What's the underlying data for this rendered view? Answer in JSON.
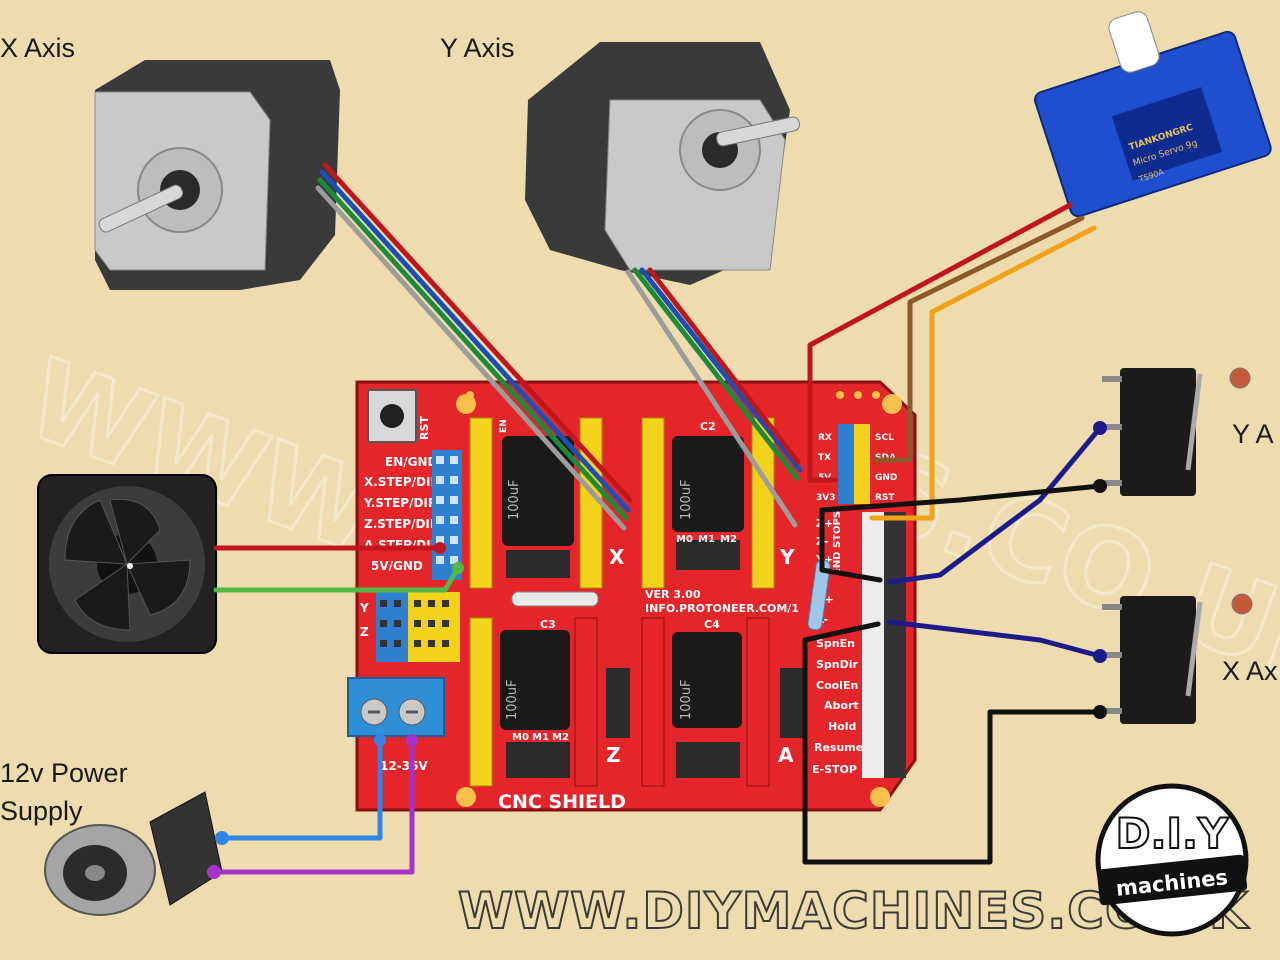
{
  "labels": {
    "x_axis_motor": "X Axis",
    "y_axis_motor": "Y Axis",
    "y_axis_endstop": "Y A",
    "x_axis_endstop": "X Ax",
    "power_line1": "12v Power",
    "power_line2": "Supply"
  },
  "shield": {
    "title": "CNC SHIELD",
    "version": "VER 3.00",
    "url": "INFO.PROTONEER.COM/1",
    "rst": "RST",
    "left_rows": [
      "EN/GND",
      "X.STEP/DIR",
      "Y.STEP/DIR",
      "Z.STEP/DIR",
      "A.STEP/DIR",
      "5V/GND"
    ],
    "axis_letters": [
      "X",
      "Y",
      "Z",
      "A"
    ],
    "cap_labels": [
      "C2",
      "C3",
      "C4"
    ],
    "cap_text": "100uF",
    "jumper_labels": [
      "M0",
      "M1",
      "M2"
    ],
    "en_label": "EN",
    "endstops_label": "END STOPS",
    "right_pins": [
      "Z+",
      "Z-",
      "Y+",
      "Y-",
      "X+",
      "X-",
      "SpnEn",
      "SpnDir",
      "CoolEn",
      "Abort",
      "Hold",
      "Resume",
      "E-STOP"
    ],
    "uart_left": [
      "RX",
      "TX",
      "5V",
      "3V3"
    ],
    "uart_right": [
      "SCL",
      "SDA",
      "GND",
      "RST"
    ],
    "power_label": "12-36V",
    "side_axis_letters": [
      "Y",
      "Z"
    ]
  },
  "servo": {
    "brand": "TIANKONGRC",
    "model": "Micro Servo 9g",
    "part": "TS90A"
  },
  "footer": {
    "url": "WWW.DIYMACHINES.CO.UK"
  },
  "logo": {
    "line1": "D.I.Y",
    "line2": "machines"
  },
  "wire_colors": {
    "red": "#c0161b",
    "blue": "#1b4fb5",
    "green": "#1c8a3a",
    "gray": "#9c9c9c",
    "brown": "#8a5a2b",
    "orange": "#f2a21a",
    "navy": "#1d1a8a",
    "black": "#111111",
    "fan_green": "#53b848",
    "psu_blue": "#2f86e6",
    "psu_purple": "#a535c9"
  }
}
